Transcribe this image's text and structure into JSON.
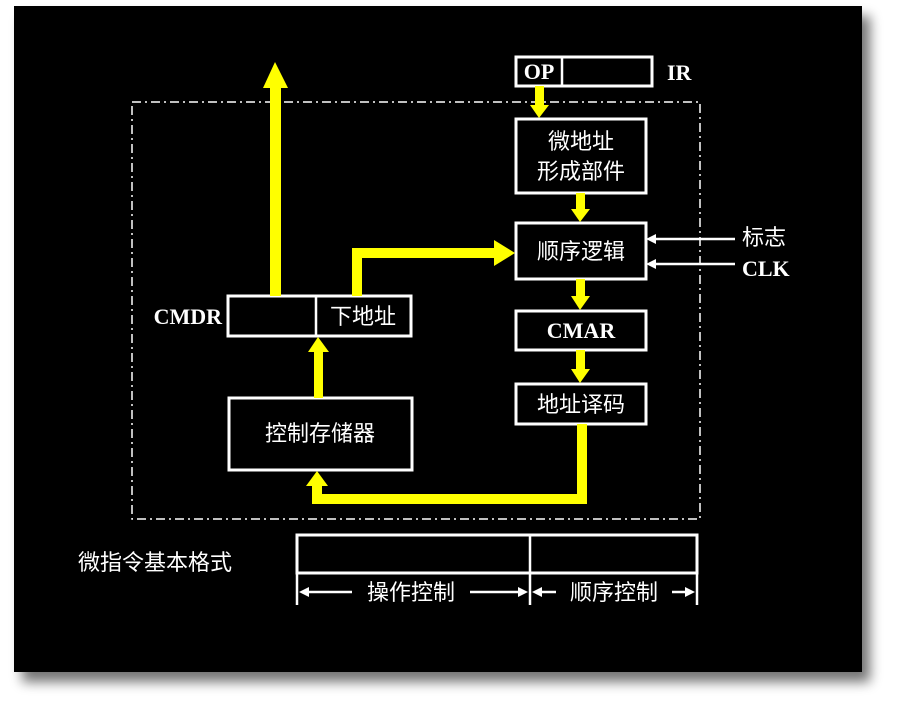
{
  "colors": {
    "background": "#000000",
    "line": "#ffffff",
    "arrow": "#ffff00",
    "text": "#ffffff"
  },
  "labels": {
    "op": "OP",
    "ir": "IR",
    "addr_gen_line1": "微地址",
    "addr_gen_line2": "形成部件",
    "sequence_logic": "顺序逻辑",
    "flag": "标志",
    "clk": "CLK",
    "cmdr": "CMDR",
    "next_address": "下地址",
    "cmar": "CMAR",
    "control_memory": "控制存储器",
    "address_decode": "地址译码",
    "format_title": "微指令基本格式",
    "operation_control": "操作控制",
    "sequence_control": "顺序控制"
  }
}
